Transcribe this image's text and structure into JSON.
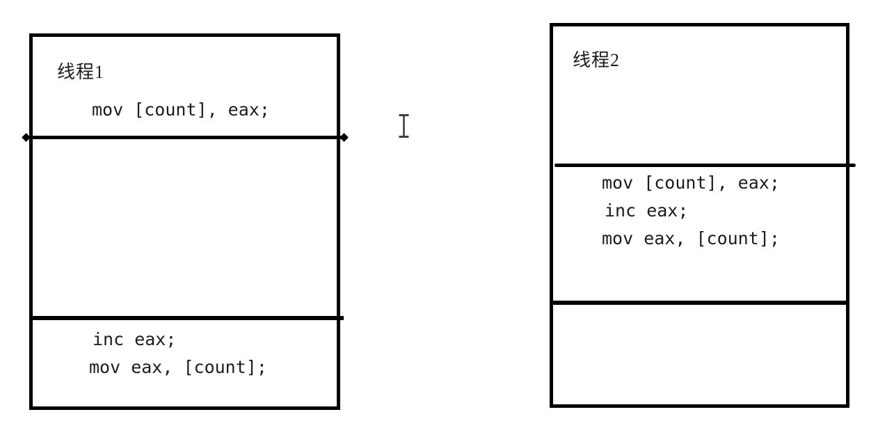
{
  "colors": {
    "line": "#000000",
    "text": "#1c1c1c",
    "cursor": "#3f3f3f",
    "background": "#ffffff"
  },
  "thread1": {
    "title": "线程1",
    "top_code": [
      "mov [count], eax;"
    ],
    "bottom_code": [
      "inc eax;",
      "mov eax, [count];"
    ]
  },
  "thread2": {
    "title": "线程2",
    "middle_code": [
      "mov [count], eax;",
      "inc eax;",
      "mov eax, [count];"
    ]
  },
  "cursor": {
    "icon": "i-beam-text-cursor"
  }
}
